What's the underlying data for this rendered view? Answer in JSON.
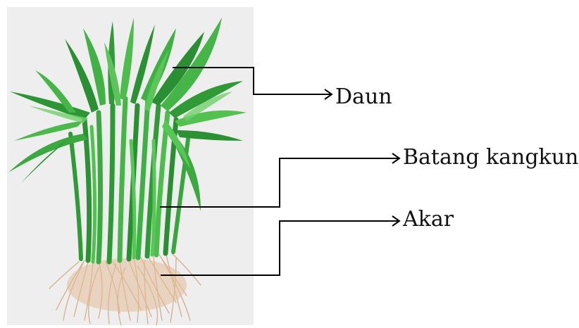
{
  "labels": {
    "leaf": "Daun",
    "stem": "Batang kangkung",
    "root": "Akar"
  },
  "colors": {
    "background": "#ffffff",
    "photo_background": "#eeeeef",
    "leaf_dark": "#1f8a2e",
    "leaf_mid": "#34a843",
    "leaf_light": "#5cc45a",
    "stem": "#2f9a36",
    "root": "#d9b08c",
    "line": "#000000"
  },
  "icons": [
    "arrow-right-icon"
  ]
}
